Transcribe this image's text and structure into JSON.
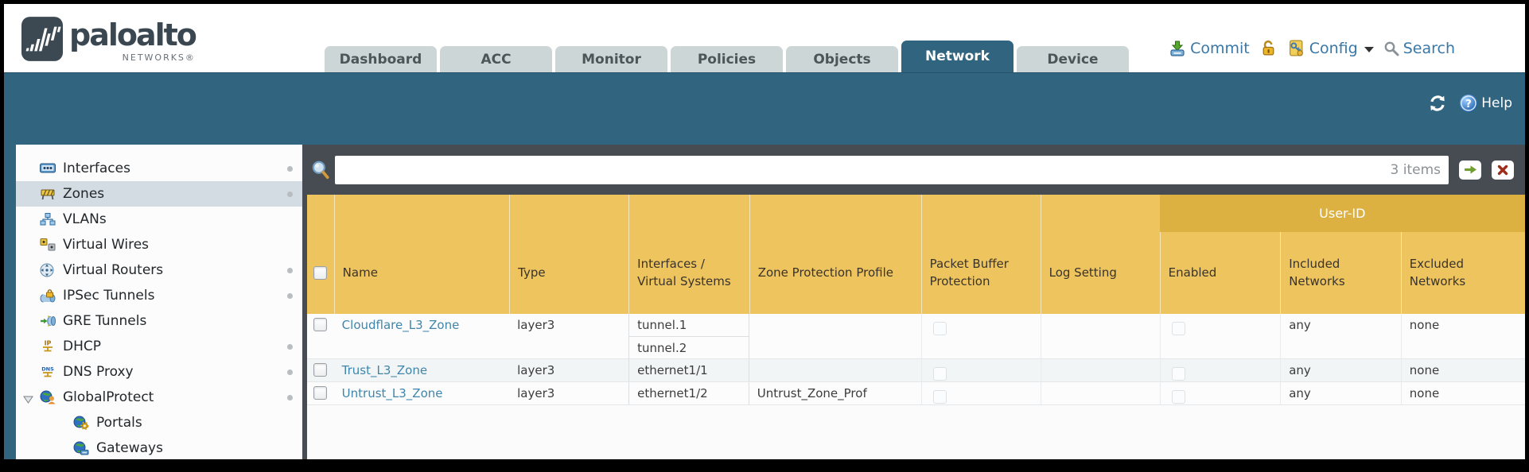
{
  "brand": {
    "name": "paloalto",
    "tagline": "NETWORKS®"
  },
  "header": {
    "tabs": [
      {
        "label": "Dashboard",
        "active": false
      },
      {
        "label": "ACC",
        "active": false
      },
      {
        "label": "Monitor",
        "active": false
      },
      {
        "label": "Policies",
        "active": false
      },
      {
        "label": "Objects",
        "active": false
      },
      {
        "label": "Network",
        "active": true
      },
      {
        "label": "Device",
        "active": false
      }
    ],
    "actions": {
      "commit": "Commit",
      "config": "Config",
      "search": "Search"
    }
  },
  "toolbar": {
    "help_label": "Help"
  },
  "sidebar": {
    "items": [
      {
        "label": "Interfaces",
        "icon": "interfaces-icon",
        "dot": true,
        "selected": false
      },
      {
        "label": "Zones",
        "icon": "zones-icon",
        "dot": true,
        "selected": true
      },
      {
        "label": "VLANs",
        "icon": "vlans-icon",
        "dot": false,
        "selected": false
      },
      {
        "label": "Virtual Wires",
        "icon": "virtual-wires-icon",
        "dot": false,
        "selected": false
      },
      {
        "label": "Virtual Routers",
        "icon": "virtual-routers-icon",
        "dot": true,
        "selected": false
      },
      {
        "label": "IPSec Tunnels",
        "icon": "ipsec-tunnels-icon",
        "dot": true,
        "selected": false
      },
      {
        "label": "GRE Tunnels",
        "icon": "gre-tunnels-icon",
        "dot": false,
        "selected": false
      },
      {
        "label": "DHCP",
        "icon": "dhcp-icon",
        "dot": true,
        "selected": false
      },
      {
        "label": "DNS Proxy",
        "icon": "dns-proxy-icon",
        "dot": true,
        "selected": false
      },
      {
        "label": "GlobalProtect",
        "icon": "globalprotect-icon",
        "dot": true,
        "selected": false,
        "expanded": true
      },
      {
        "label": "Portals",
        "icon": "portals-icon",
        "dot": false,
        "selected": false,
        "child": true
      },
      {
        "label": "Gateways",
        "icon": "gateways-icon",
        "dot": false,
        "selected": false,
        "child": true
      }
    ]
  },
  "filter_bar": {
    "value": "",
    "items_count": "3 items"
  },
  "table": {
    "group_header": "User-ID",
    "columns": [
      "",
      "Name",
      "Type",
      "Interfaces / Virtual Systems",
      "Zone Protection Profile",
      "Packet Buffer Protection",
      "Log Setting",
      "Enabled",
      "Included Networks",
      "Excluded Networks"
    ],
    "rows": [
      {
        "name": "Cloudflare_L3_Zone",
        "type": "layer3",
        "interfaces": [
          "tunnel.1",
          "tunnel.2"
        ],
        "zone_protection_profile": "",
        "log_setting": "",
        "included_networks": "any",
        "excluded_networks": "none"
      },
      {
        "name": "Trust_L3_Zone",
        "type": "layer3",
        "interfaces": [
          "ethernet1/1"
        ],
        "zone_protection_profile": "",
        "log_setting": "",
        "included_networks": "any",
        "excluded_networks": "none"
      },
      {
        "name": "Untrust_L3_Zone",
        "type": "layer3",
        "interfaces": [
          "ethernet1/2"
        ],
        "zone_protection_profile": "Untrust_Zone_Prof",
        "log_setting": "",
        "included_networks": "any",
        "excluded_networks": "none"
      }
    ]
  },
  "colors": {
    "teal": "#31647f",
    "header_amber": "#eec45f",
    "user_id_band": "#ddb042",
    "filter_row": "#474c52",
    "link": "#3f85aa"
  }
}
